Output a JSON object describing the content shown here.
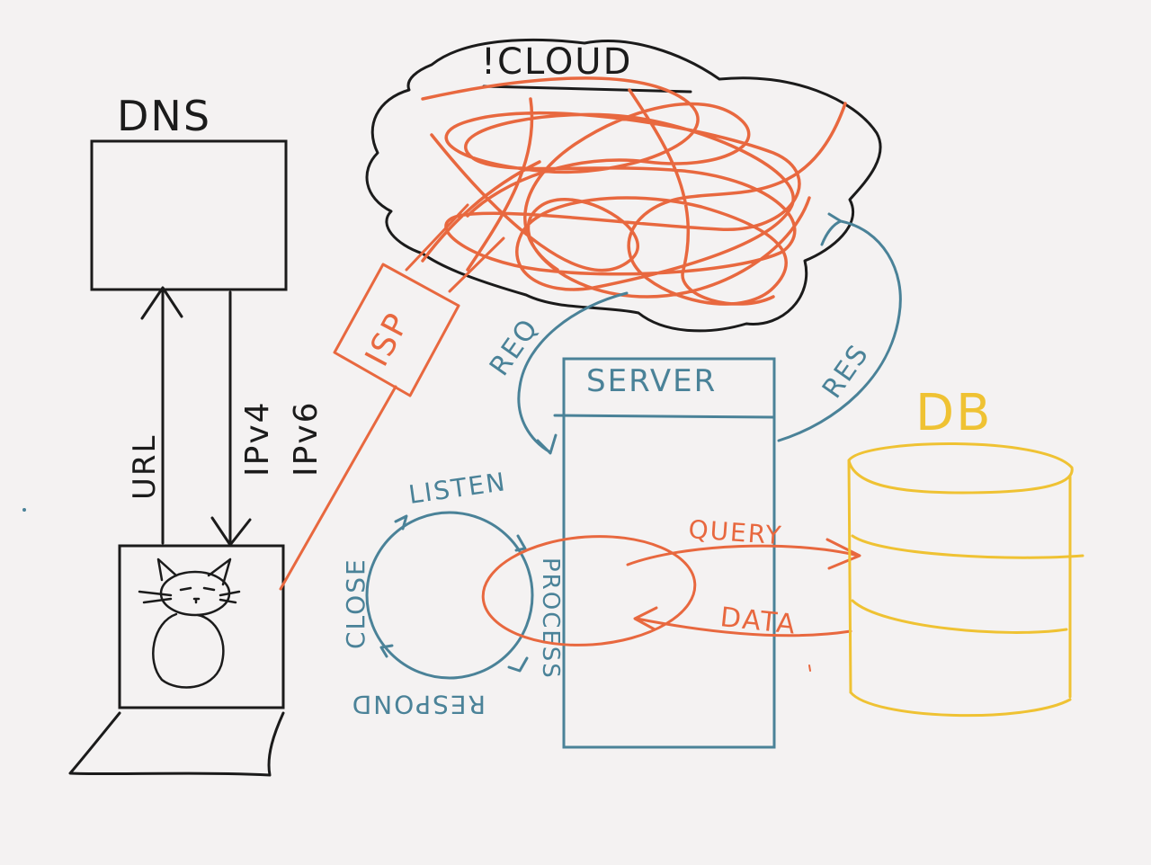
{
  "colors": {
    "background": "#f4f2f2",
    "ink_black": "#1b1b1b",
    "ink_orange": "#e8683f",
    "ink_blue": "#4a8298",
    "ink_yellow": "#efc233"
  },
  "labels": {
    "dns": "DNS",
    "url": "URL",
    "ipv4": "IPv4",
    "ipv6": "IPv6",
    "cloud": "!CLOUD",
    "isp": "ISP",
    "req": "REQ",
    "res": "RES",
    "server": "SERVER",
    "db": "DB",
    "listen": "LISTEN",
    "close": "CLOSE",
    "respond": "RESPOND",
    "process": "PROCESS",
    "query": "QUERY",
    "data": "DATA"
  }
}
